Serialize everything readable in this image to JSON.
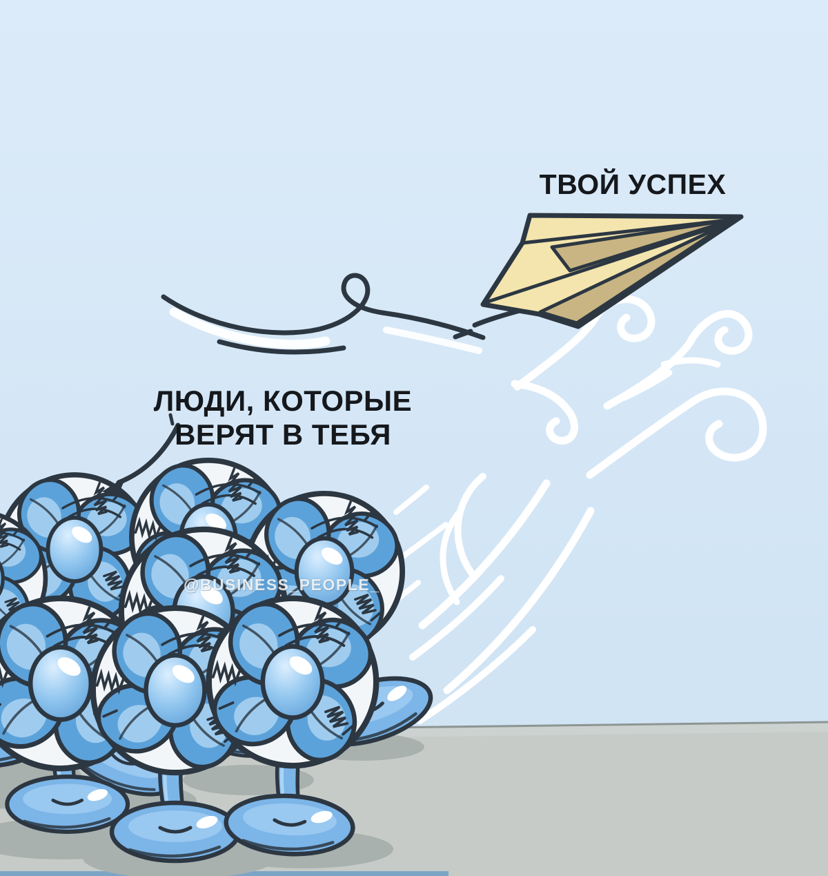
{
  "labels": {
    "success_label": "ТВОЙ УСПЕХ",
    "believers_line1": "ЛЮДИ, КОТОРЫЕ",
    "believers_line2": "ВЕРЯТ В ТЕБЯ",
    "watermark": "@BUSINESS_PEOPLE_"
  },
  "scene": {
    "fan_count": 9,
    "elements": [
      "paper-plane",
      "flight-trail",
      "wind-swirls",
      "desk-fans",
      "curved-arrow",
      "floor"
    ]
  },
  "colors": {
    "sky-top": "#dcebf9",
    "sky-bottom": "#cde2f3",
    "floor": "#c6cbc8",
    "floor-light": "#cfd4d1",
    "floor-line": "#8d9593",
    "floor-shadow": "#a8b1ae",
    "outline": "#2c3742",
    "fan-body": "#f3f6f8",
    "petal-blue": "#5ca2da",
    "petal-light": "#a6d0f0",
    "hub-light": "#bfe0f7",
    "stand-blue": "#7cb5e8",
    "stand-light": "#b0d7f6",
    "plane-fill": "#f4e5ae",
    "plane-shade": "#c9b583",
    "swirl-white": "#ffffff",
    "text": "#15181c",
    "watermark-white": "rgba(255,255,255,0.82)",
    "bottom-strip": "#6f9fc4"
  }
}
